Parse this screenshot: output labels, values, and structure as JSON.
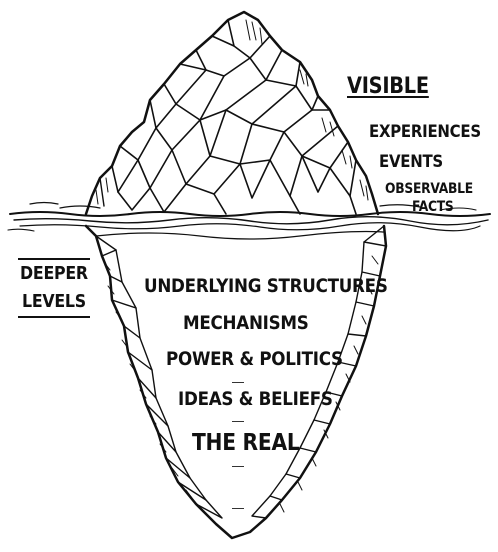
{
  "visible": {
    "title": "VISIBLE",
    "items": [
      "EXPERIENCES",
      "EVENTS",
      "OBSERVABLE",
      "FACTS"
    ]
  },
  "deeper": {
    "line1": "DEEPER",
    "line2": "LEVELS"
  },
  "underwater": {
    "items": [
      "UNDERLYING STRUCTURES",
      "MECHANISMS",
      "POWER & POLITICS",
      "IDEAS & BELIEFS",
      "THE REAL"
    ]
  },
  "colors": {
    "ink": "#111111",
    "background": "#ffffff"
  }
}
